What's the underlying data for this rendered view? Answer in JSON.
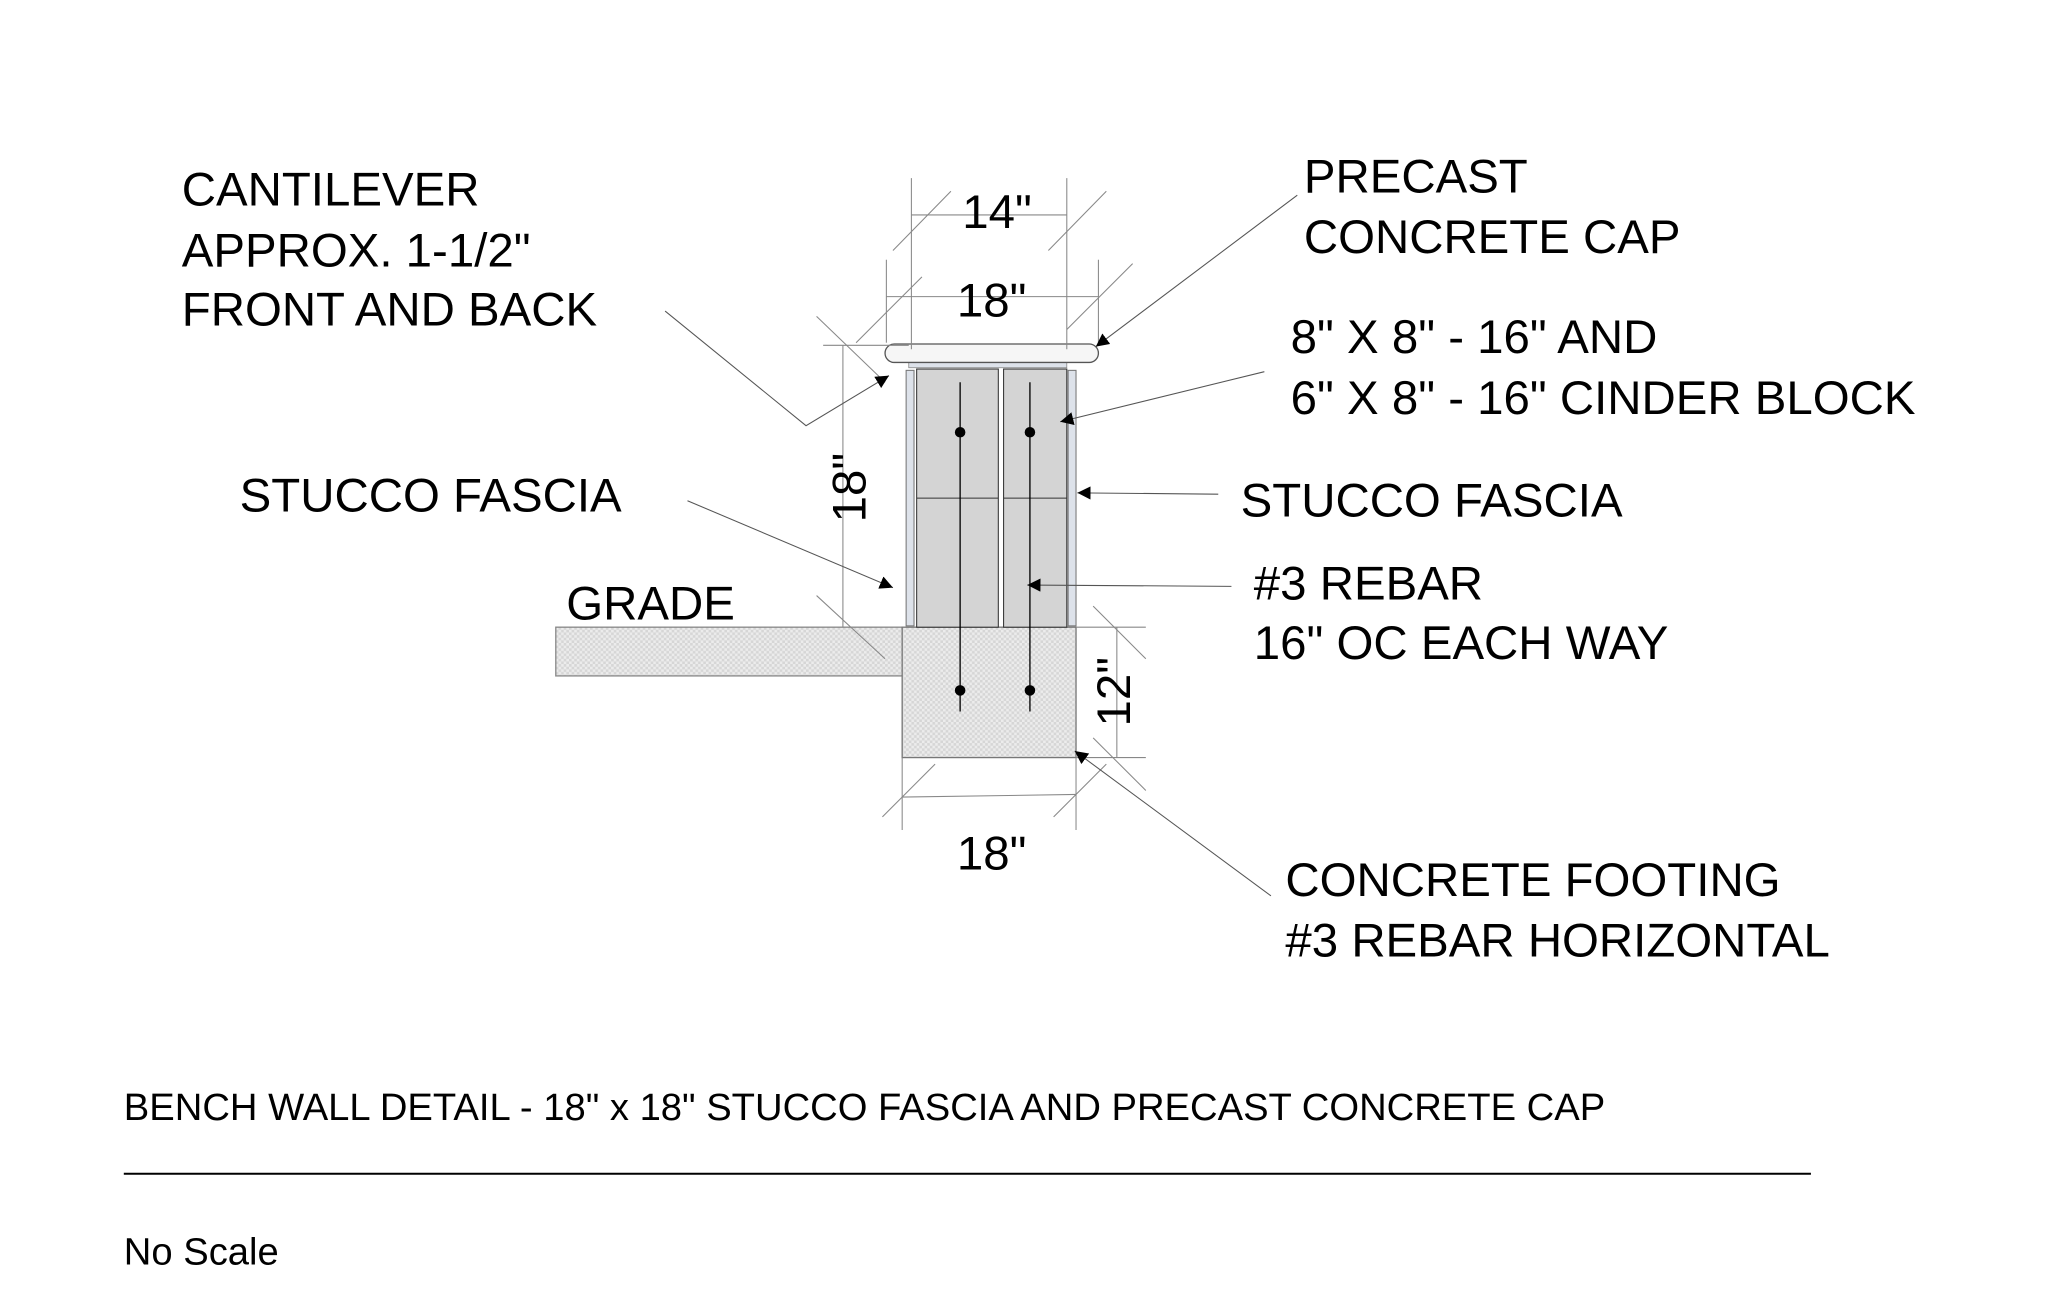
{
  "labels": {
    "cantilever": [
      "CANTILEVER",
      "APPROX.  1-1/2\"",
      "FRONT AND BACK"
    ],
    "precast_cap": [
      "PRECAST",
      "CONCRETE CAP"
    ],
    "cinder_block": [
      "8\" X 8\" - 16\" AND",
      "6\" X 8\" - 16\"  CINDER BLOCK"
    ],
    "stucco_left": "STUCCO FASCIA",
    "stucco_right": "STUCCO FASCIA",
    "grade": "GRADE",
    "rebar": [
      "#3 REBAR",
      "16\" OC EACH WAY"
    ],
    "footing": [
      "CONCRETE FOOTING",
      "#3 REBAR HORIZONTAL"
    ]
  },
  "dimensions": {
    "block_width": "14\"",
    "cap_width": "18\"",
    "wall_height": "18\"",
    "footing_height": "12\"",
    "footing_width": "18\""
  },
  "title": "BENCH WALL DETAIL -  18\" x 18\"  STUCCO FASCIA AND PRECAST CONCRETE CAP",
  "scale_note": "No Scale",
  "colors": {
    "block": "#d4d4d4",
    "stucco": "#dde2ea",
    "concrete": "#e6e6e6"
  }
}
